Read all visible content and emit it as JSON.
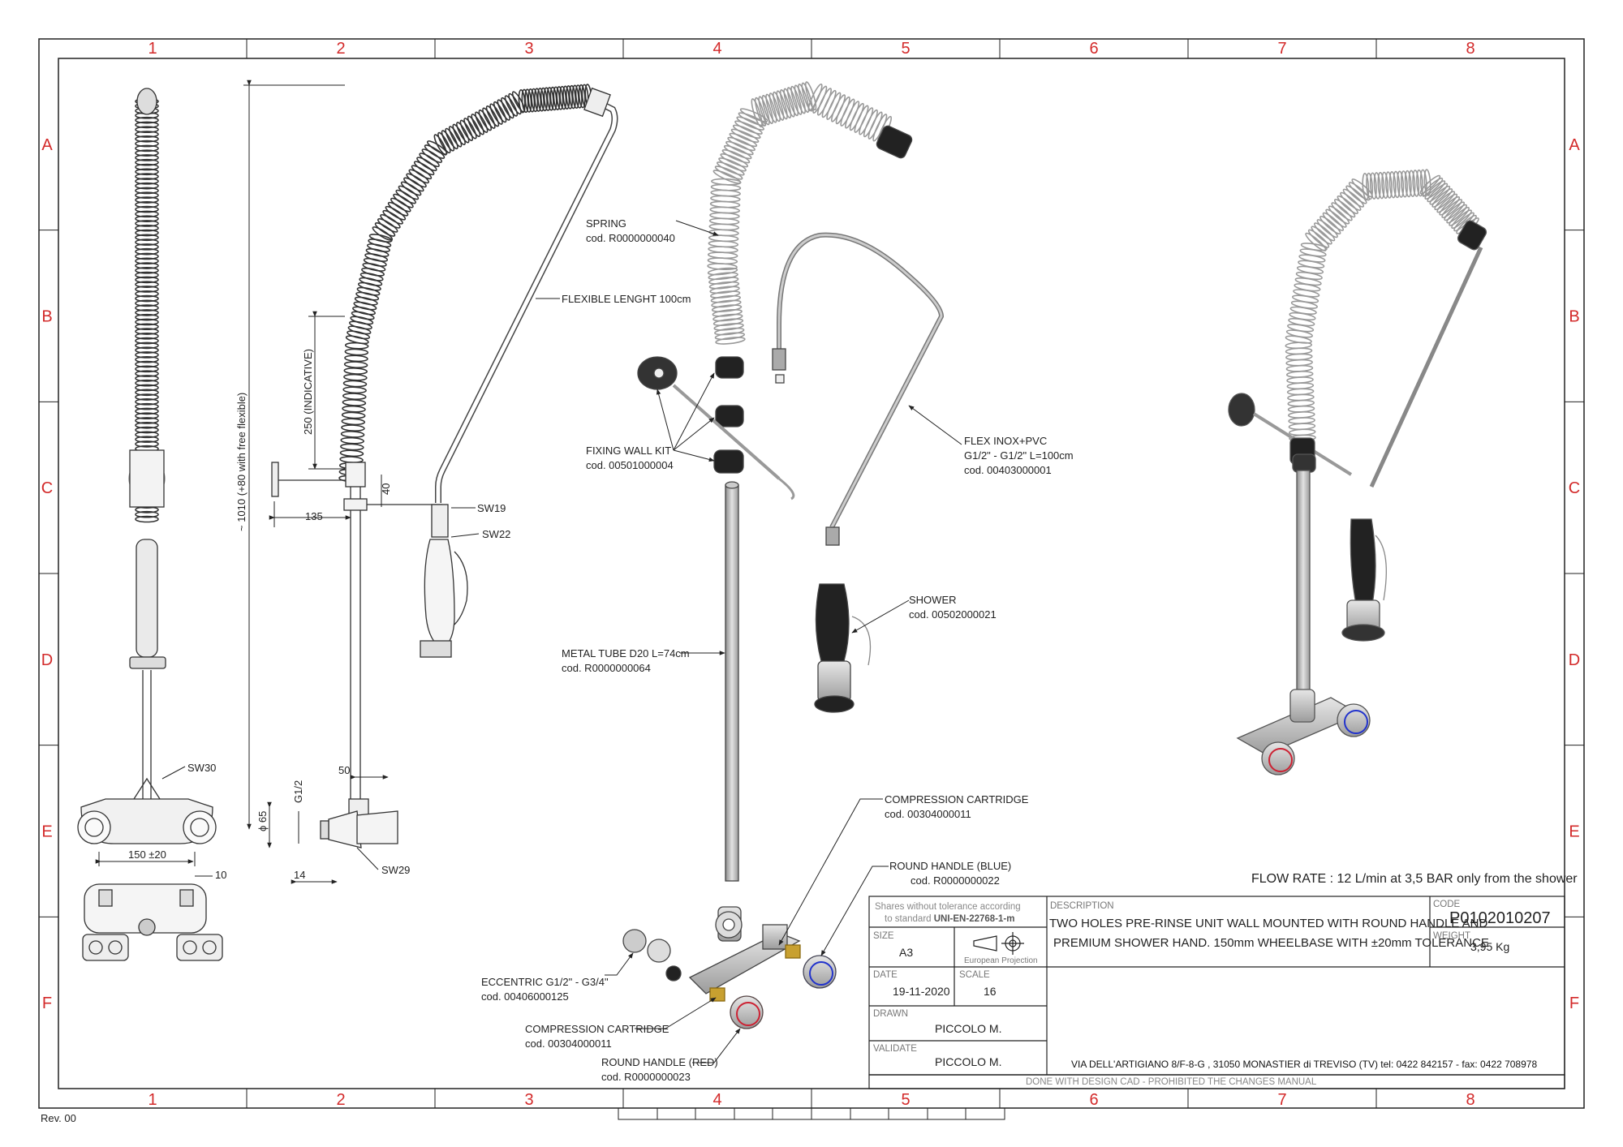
{
  "frame": {
    "columns": [
      "1",
      "2",
      "3",
      "4",
      "5",
      "6",
      "7",
      "8"
    ],
    "rows": [
      "A",
      "B",
      "C",
      "D",
      "E",
      "F"
    ],
    "zone_color": "#d32a2a"
  },
  "views": {
    "front": {
      "sw30": "SW30",
      "wheelbase": "150 ±20",
      "offset_10": "10"
    },
    "side": {
      "height_note": "~ 1010 (+80 with free flexible)",
      "indicative": "250 (INDICATIVE)",
      "d135": "135",
      "d40": "40",
      "d50": "50",
      "g12": "G1/2",
      "d65": "ϕ 65",
      "d14": "14",
      "sw19": "SW19",
      "sw22": "SW22",
      "sw29": "SW29",
      "flexible": "FLEXIBLE LENGHT 100cm"
    },
    "exploded": {
      "spring": {
        "name": "SPRING",
        "code": "cod. R0000000040"
      },
      "fixing": {
        "name": "FIXING WALL KIT",
        "code": "cod. 00501000004"
      },
      "flex": {
        "name": "FLEX INOX+PVC",
        "spec": "G1/2\" - G1/2\" L=100cm",
        "code": "cod. 00403000001"
      },
      "shower": {
        "name": "SHOWER",
        "code": "cod. 00502000021"
      },
      "tube": {
        "name": "METAL TUBE D20 L=74cm",
        "code": "cod. R0000000064"
      },
      "cartridge_top": {
        "name": "COMPRESSION CARTRIDGE",
        "code": "cod. 00304000011"
      },
      "handle_blue": {
        "name": "ROUND HANDLE (BLUE)",
        "code": "cod. R0000000022"
      },
      "eccentric": {
        "name": "ECCENTRIC G1/2\" - G3/4\"",
        "code": "cod. 00406000125"
      },
      "cartridge_bottom": {
        "name": "COMPRESSION CARTRIDGE",
        "code": "cod. 00304000011"
      },
      "handle_red": {
        "name": "ROUND HANDLE (RED)",
        "code": "cod. R0000000023"
      }
    }
  },
  "flow_rate": "FLOW RATE : 12 L/min at 3,5 BAR only from the shower",
  "title_block": {
    "tolerance_line1": "Shares without tolerance according",
    "tolerance_line2_pre": "to standard",
    "tolerance_std": "UNI-EN-22768-1-m",
    "size_label": "SIZE",
    "size": "A3",
    "projection": "European Projection",
    "date_label": "DATE",
    "date": "19-11-2020",
    "scale_label": "SCALE",
    "scale": "16",
    "drawn_label": "DRAWN",
    "drawn": "PICCOLO M.",
    "validate_label": "VALIDATE",
    "validate": "PICCOLO M.",
    "description_label": "DESCRIPTION",
    "description_line1": "TWO HOLES PRE-RINSE UNIT WALL MOUNTED WITH ROUND HANDLE AND",
    "description_line2": "PREMIUM SHOWER HAND. 150mm WHEELBASE WITH ±20mm TOLERANCE",
    "code_label": "CODE",
    "code": "P0102010207",
    "weight_label": "WEIGHT",
    "weight": "3,95 Kg",
    "address": "VIA DELL'ARTIGIANO 8/F-8-G , 31050 MONASTIER di TREVISO (TV) tel: 0422 842157 - fax: 0422 708978",
    "footer": "DONE WITH DESIGN CAD - PROHIBITED THE CHANGES MANUAL"
  },
  "revision": "Rev. 00"
}
